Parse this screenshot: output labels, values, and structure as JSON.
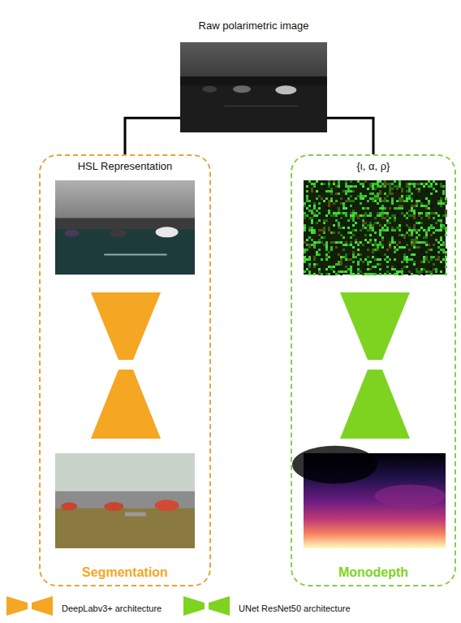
{
  "diagram": {
    "nodes": [
      {
        "text": [
          "Raw polarimetric image"
        ]
      },
      {
        "text": [
          "HSL Representation",
          "Segmentation"
        ]
      },
      {
        "text": [
          "{ι, α, ρ}",
          "Monodepth"
        ]
      }
    ],
    "edges": [
      {
        "from": 0,
        "to": 1,
        "arrow": "none"
      },
      {
        "from": 0,
        "to": 2,
        "arrow": "none"
      }
    ],
    "legend": [
      {
        "text": "DeepLabv3+ architecture"
      },
      {
        "text": "UNet ResNet50 architecture"
      }
    ]
  }
}
